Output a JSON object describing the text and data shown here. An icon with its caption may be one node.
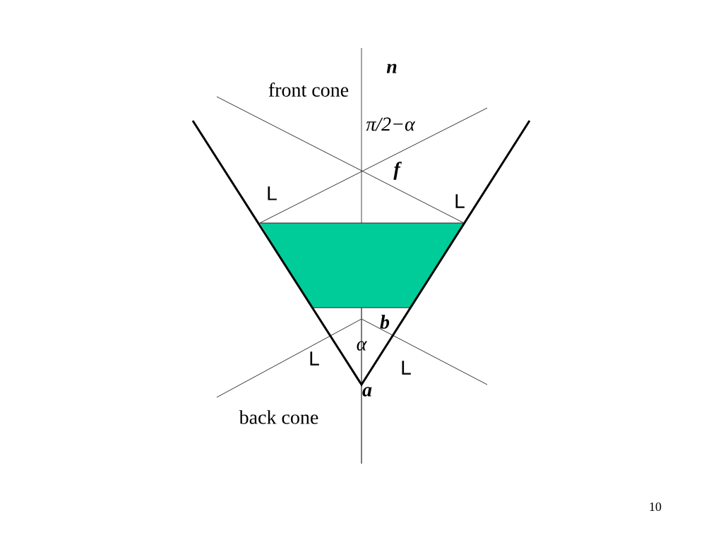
{
  "diagram": {
    "labels": [
      "n",
      "front cone",
      "π/2−α",
      "f",
      "L",
      "L",
      "b",
      "α",
      "L",
      "L",
      "a",
      "back cone",
      "10"
    ]
  }
}
